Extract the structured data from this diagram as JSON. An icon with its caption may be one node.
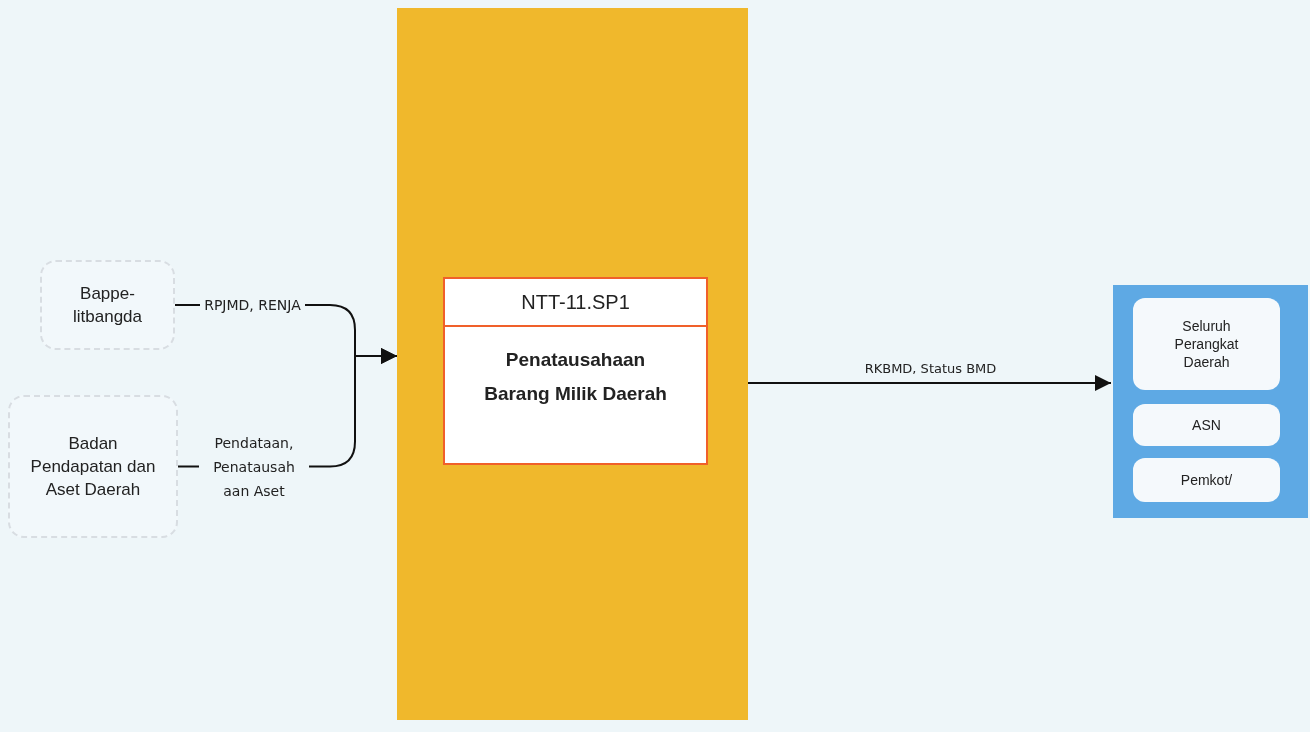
{
  "diagram": {
    "nodes": [
      {
        "text": [
          "Bappe-litbangda"
        ]
      },
      {
        "text": [
          "Badan Pendapatan dan Aset Daerah"
        ]
      },
      {
        "text": [],
        "shape": "box"
      },
      {
        "text": [
          "NTT-11.SP1",
          "Penatausahaan Barang Milik Daerah"
        ],
        "in": 2
      },
      {
        "text": [],
        "shape": "box"
      },
      {
        "text": [
          "Seluruh Perangkat Daerah"
        ],
        "in": 4
      },
      {
        "text": [
          "ASN"
        ],
        "in": 4
      },
      {
        "text": [
          "Pemkot/"
        ],
        "in": 4
      }
    ],
    "edges": [
      {
        "from": 0,
        "to": 2,
        "arrow": "to",
        "label": "RPJMD, RENJA"
      },
      {
        "from": 1,
        "to": 2,
        "arrow": "to",
        "label": "Pendataan, Penatausah aan Aset"
      },
      {
        "from": 2,
        "to": 4,
        "arrow": "to",
        "label": "RKBMD, Status BMD"
      }
    ]
  }
}
